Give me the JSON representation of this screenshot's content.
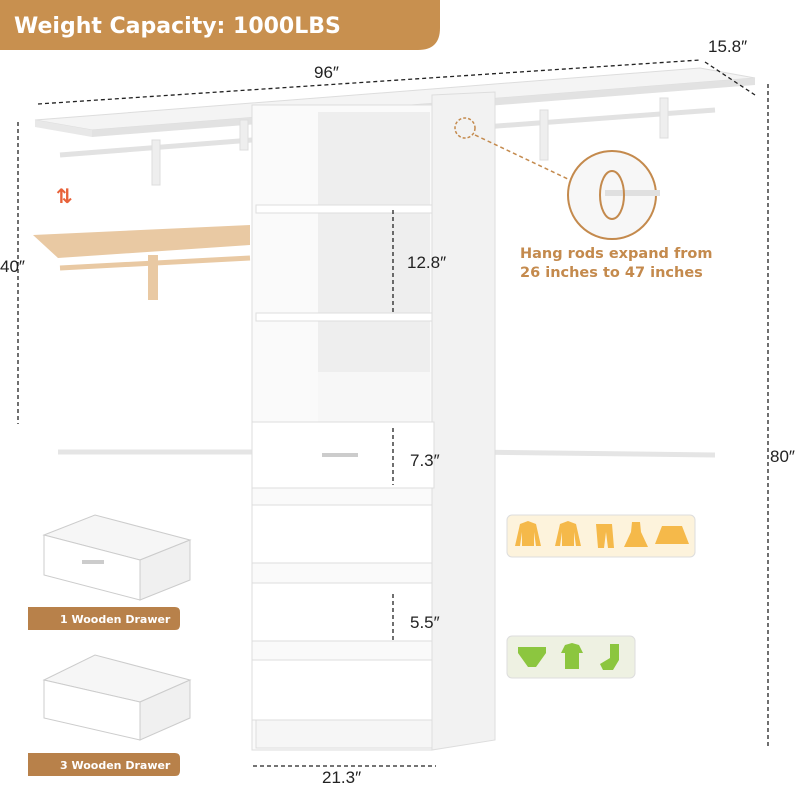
{
  "header": {
    "title": "Weight Capacity: 1000LBS"
  },
  "dimensions": {
    "width_total": "96″",
    "depth": "15.8″",
    "adjust_height": "40″",
    "shelf_gap": "12.8″",
    "drawer_height": "7.3″",
    "basket_gap": "5.5″",
    "total_height": "80″",
    "tower_width": "21.3″"
  },
  "callout": {
    "line1": "Hang rods expand from",
    "line2": "26 inches to 47 inches"
  },
  "drawer_badges": [
    "1 Wooden Drawer",
    "3 Wooden Drawer"
  ],
  "icons": {
    "clothing": [
      "shirt-icon",
      "jacket-icon",
      "pants-icon",
      "dress-icon",
      "skirt-icon"
    ],
    "small_items": [
      "underwear-icon",
      "baby-romper-icon",
      "sock-icon"
    ]
  },
  "colors": {
    "brand": "#c8904f",
    "callout_text": "#c48a4d",
    "clothing_icons": "#f5b94a",
    "small_icons": "#8cc63f",
    "wood": "#e9c9a3"
  }
}
